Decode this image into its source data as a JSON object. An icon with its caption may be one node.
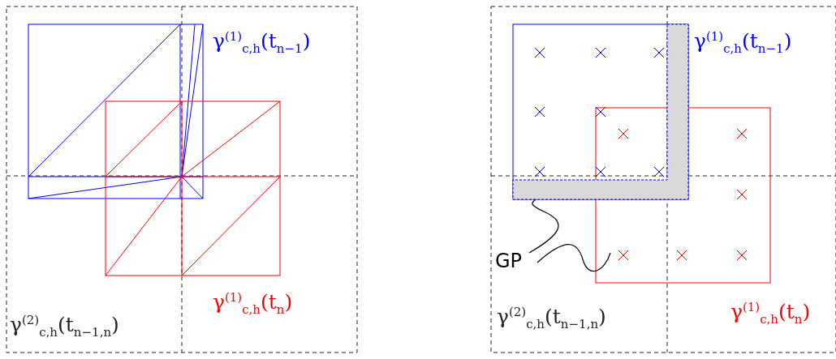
{
  "diagram": {
    "nodes": [
      {
        "text": [
          "GP"
        ]
      },
      {
        "text": [],
        "shape": "bar"
      }
    ],
    "edges": [
      {
        "from": 0,
        "to": 1,
        "arrow": "none"
      },
      {
        "from": 0,
        "to": null,
        "arrow": "none"
      }
    ],
    "labels": [
      "γ$^{(1)}$$_{c,h}$(t$_{n−1}$)",
      "γ$^{(1)}$$_{c,h}$(t$_{n−1}$)",
      "γ$^{(1)}$$_{c,h}$(t$_{n}$)",
      "γ$^{(2)}$$_{c,h}$(t$_{n−1,n}$)",
      "γ$^{(2)}$$_{c,h}$(t$_{n−1,n}$)",
      "γ$^{(1)}$$_{c,h}$(t$_{n}$)"
    ]
  }
}
